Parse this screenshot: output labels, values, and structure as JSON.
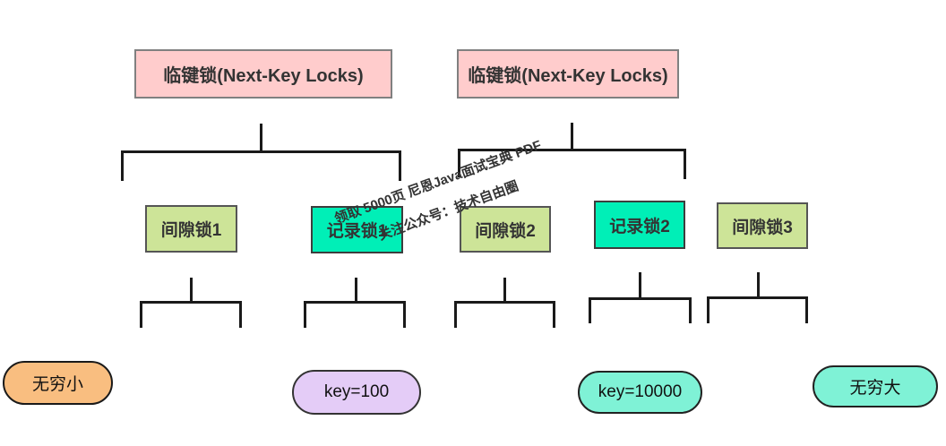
{
  "diagram": {
    "title_nodes": [
      {
        "label": "临键锁(Next-Key Locks)",
        "fill": "#FFCCCC",
        "border": "#808080"
      },
      {
        "label": "临键锁(Next-Key Locks)",
        "fill": "#FFCCCC",
        "border": "#808080"
      }
    ],
    "mid_nodes": [
      {
        "label": "间隙锁1",
        "fill": "#CDE498",
        "border": "#555555"
      },
      {
        "label": "记录锁1",
        "fill": "#00EFB7",
        "border": "#3d3d3d"
      },
      {
        "label": "间隙锁2",
        "fill": "#CDE498",
        "border": "#555555"
      },
      {
        "label": "记录锁2",
        "fill": "#00EFB7",
        "border": "#3d3d3d"
      },
      {
        "label": "间隙锁3",
        "fill": "#CDE498",
        "border": "#555555"
      }
    ],
    "value_nodes": [
      {
        "label": "无穷小",
        "fill": "#F9BE80",
        "border": "#1a1a1a"
      },
      {
        "label": "key=100",
        "fill": "#E4CCF7",
        "border": "#333333"
      },
      {
        "label": "key=10000",
        "fill": "#7FF2D6",
        "border": "#222222"
      },
      {
        "label": "无穷大",
        "fill": "#7FF2D6",
        "border": "#222222"
      }
    ],
    "watermark": {
      "line1": "领取 5000页 尼恩Java面试宝典 PDF",
      "line2": "关注公众号：技术自由圈",
      "color": "#333333"
    },
    "line_color": "#1a1a1a"
  }
}
